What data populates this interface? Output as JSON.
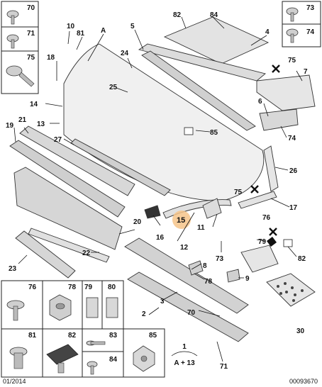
{
  "callouts": {
    "n1": "1",
    "n2": "2",
    "n3": "3",
    "n4": "4",
    "n5": "5",
    "n6": "6",
    "n7": "7",
    "n8": "8",
    "n9": "9",
    "n10": "10",
    "n11": "11",
    "n12": "12",
    "n13": "13",
    "n14": "14",
    "n15": "15",
    "n16": "16",
    "n17": "17",
    "n18": "18",
    "n19": "19",
    "n20": "20",
    "n21": "21",
    "n22": "22",
    "n23": "23",
    "n24": "24",
    "n25": "25",
    "n26": "26",
    "n27": "27",
    "n30": "30",
    "n70": "70",
    "n71": "71",
    "n73": "73",
    "n74": "74",
    "n75a": "75",
    "n75b": "75",
    "n76": "76",
    "n78": "78",
    "n79": "79",
    "n81": "81",
    "n82a": "82",
    "n82b": "82",
    "n84": "84",
    "n85": "85",
    "nA": "A"
  },
  "legend": {
    "top_left": [
      "70",
      "71",
      "75"
    ],
    "top_right": [
      "73",
      "74"
    ],
    "bottom": [
      "76",
      "78",
      "79",
      "80",
      "81",
      "82",
      "83",
      "84",
      "85"
    ]
  },
  "formula": {
    "top": "1",
    "bottom": "A + 13"
  },
  "footer": {
    "date": "01/2014",
    "reference": "00093670"
  },
  "colors": {
    "highlight": "#f6c48a",
    "line": "#222222",
    "part_fill": "#eeeeee"
  }
}
